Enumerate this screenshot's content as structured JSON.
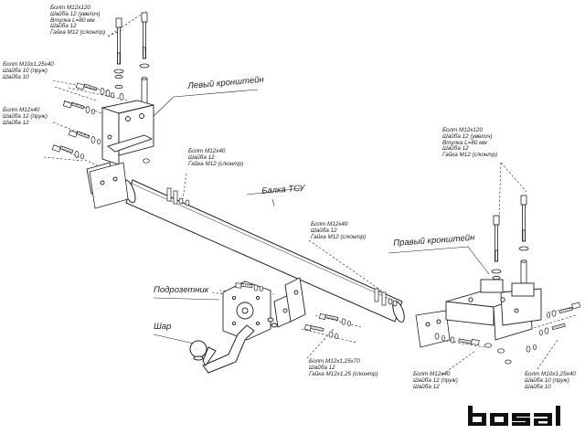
{
  "parts": {
    "left_bracket": "Левый кронштейн",
    "beam": "Балка ТСУ",
    "right_bracket": "Правый кронштейн",
    "socket_plate": "Подрозетник",
    "ball": "Шар"
  },
  "specs": {
    "top_left": [
      "Болт М12х120",
      "Шайба 12 (увелич)",
      "Втулка L=80 мм",
      "Шайба 12",
      "Гайка М12 (с/контр)"
    ],
    "left_upper": [
      "Болт М10х1,25х40",
      "Шайба 10 (пруж)",
      "Шайба 10"
    ],
    "left_lower": [
      "Болт М12х40",
      "Шайба 12 (пруж)",
      "Шайба 12"
    ],
    "beam_left": [
      "Болт М12х40",
      "Шайба 12",
      "Гайка М12 (с/контр)"
    ],
    "beam_right": [
      "Болт М12х40",
      "Шайба 12",
      "Гайка М12 (с/контр)"
    ],
    "right_top": [
      "Болт М12х120",
      "Шайба 12 (увелич)",
      "Втулка L=80 мм",
      "Шайба 12",
      "Гайка М12 (с/контр)"
    ],
    "ball_mount": [
      "Болт М12х1,25х70",
      "Шайба 12",
      "Гайка М12х1,25 (с/контр)"
    ],
    "right_lower": [
      "Болт М12х40",
      "Шайба 12 (пруж)",
      "Шайба 12"
    ],
    "right_side": [
      "Болт М10х1,25х40",
      "Шайба 10 (пруж)",
      "Шайба 10"
    ]
  },
  "brand": "bosal",
  "colors": {
    "line": "#222222",
    "background": "#ffffff"
  }
}
